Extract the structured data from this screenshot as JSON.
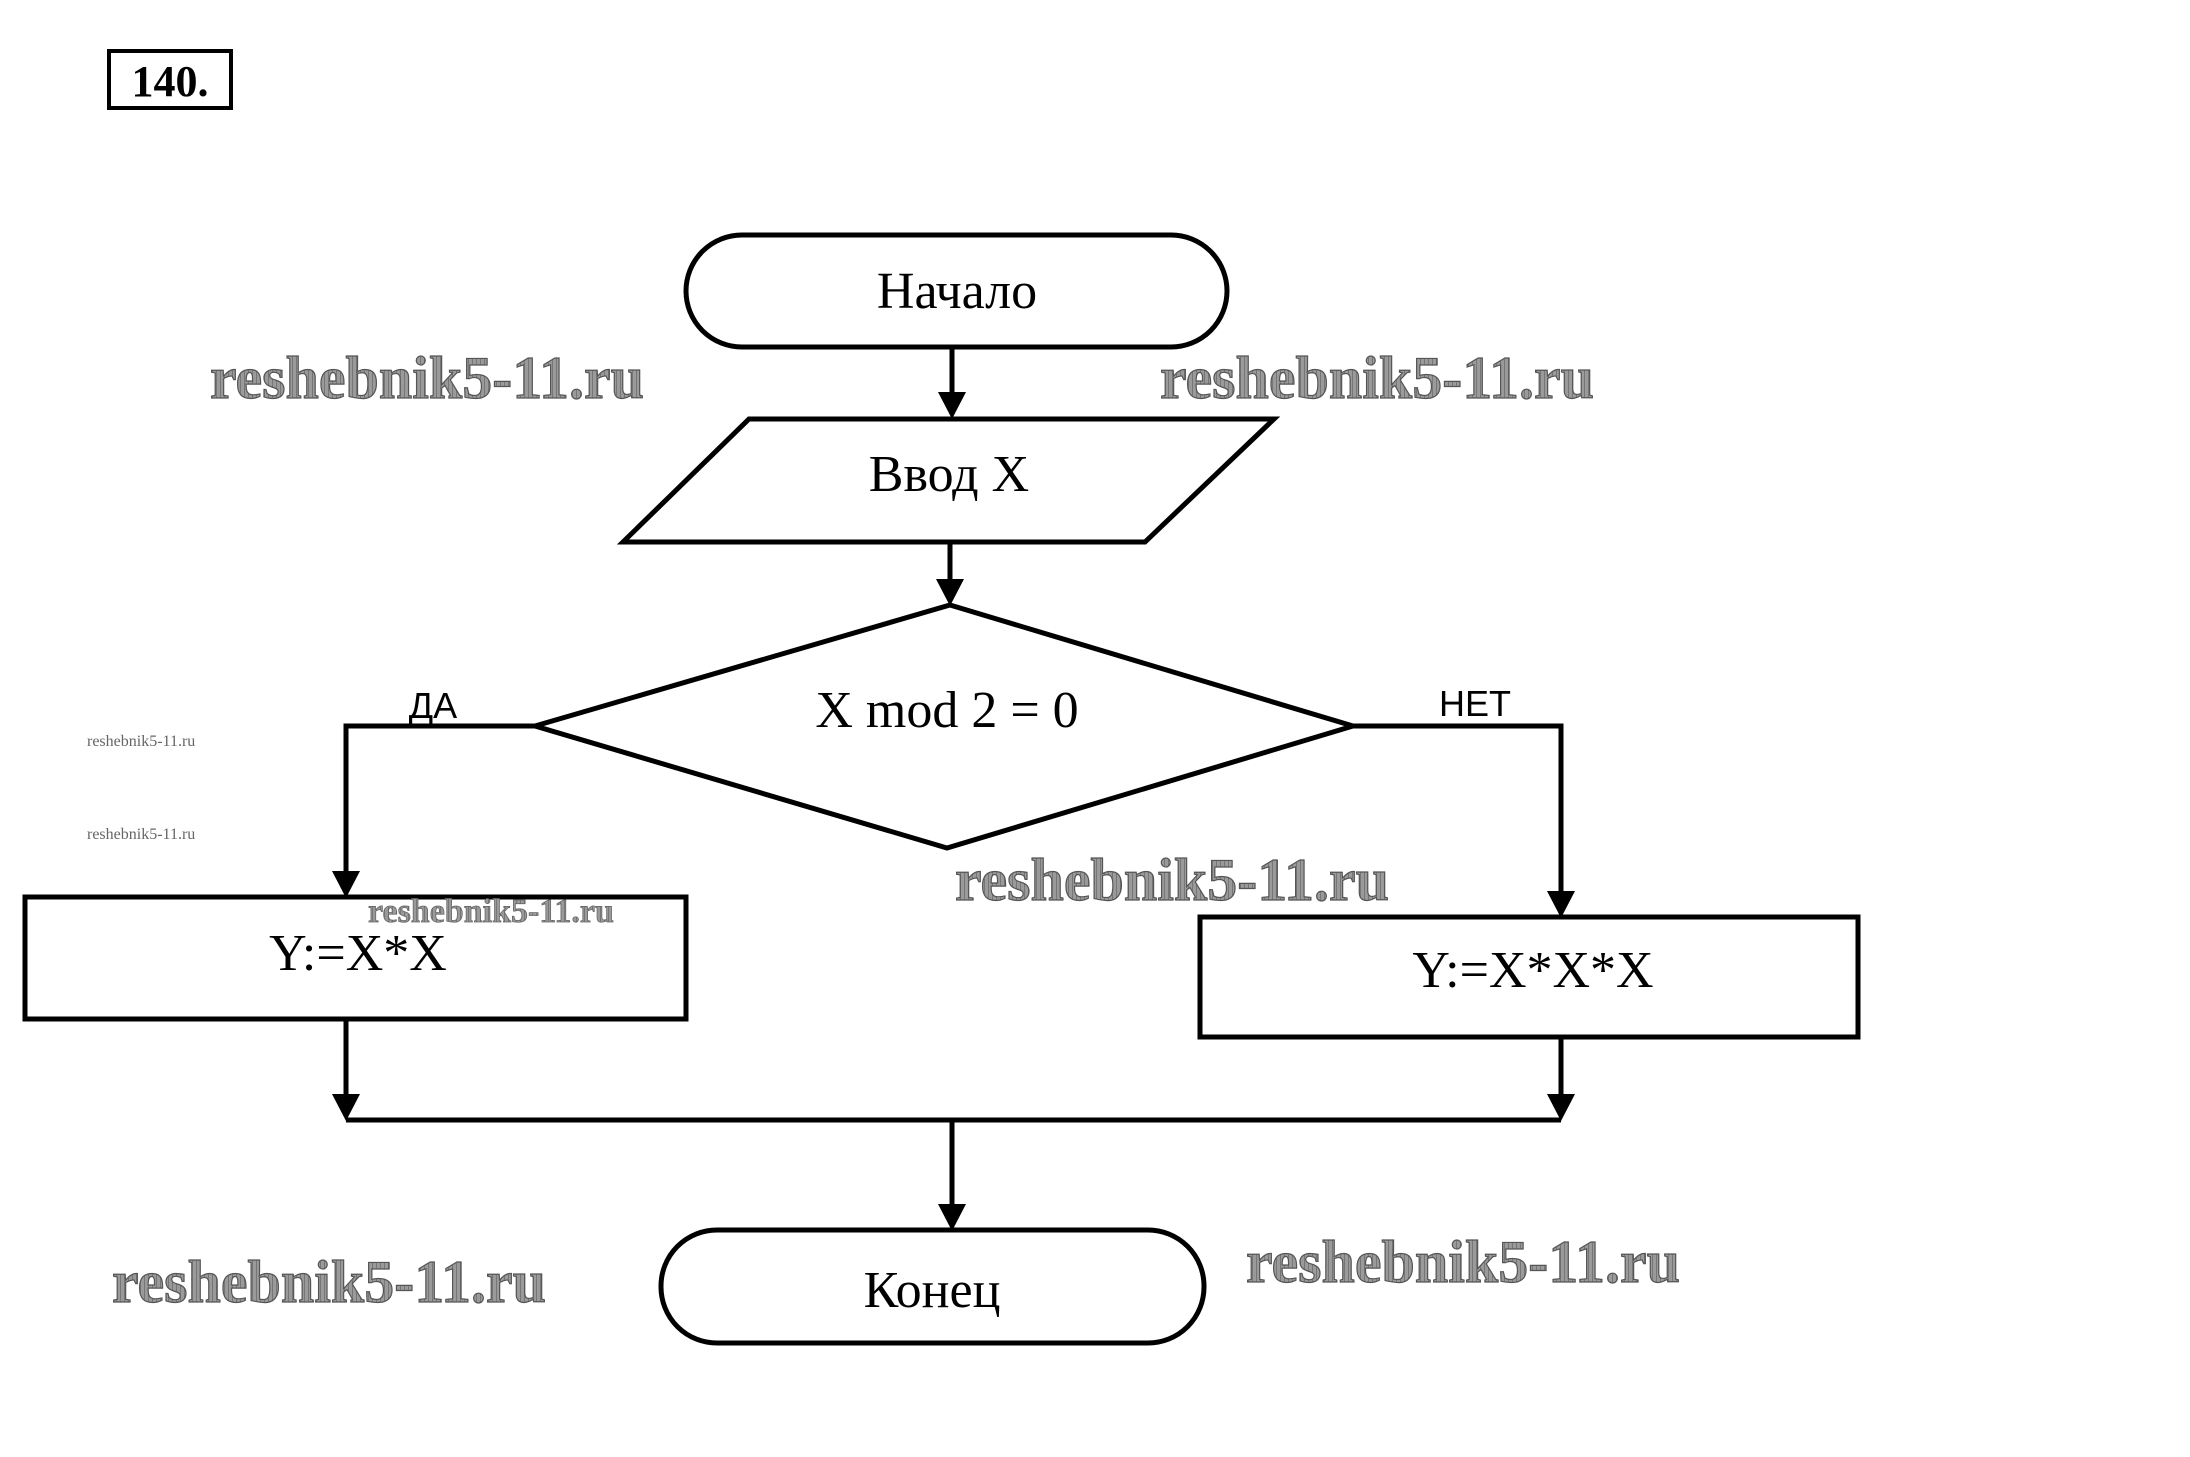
{
  "problem_number": "140.",
  "flowchart": {
    "start": "Начало",
    "input": "Ввод X",
    "condition": "X mod 2 = 0",
    "yes_label": "ДА",
    "no_label": "НЕТ",
    "yes_action": "Y:=X*X",
    "no_action": "Y:=X*X*X",
    "end": "Конец"
  },
  "watermark": {
    "text": "reshebnik5-11.ru"
  },
  "colors": {
    "line": "#000000",
    "background": "#ffffff",
    "watermark": "#808080"
  }
}
